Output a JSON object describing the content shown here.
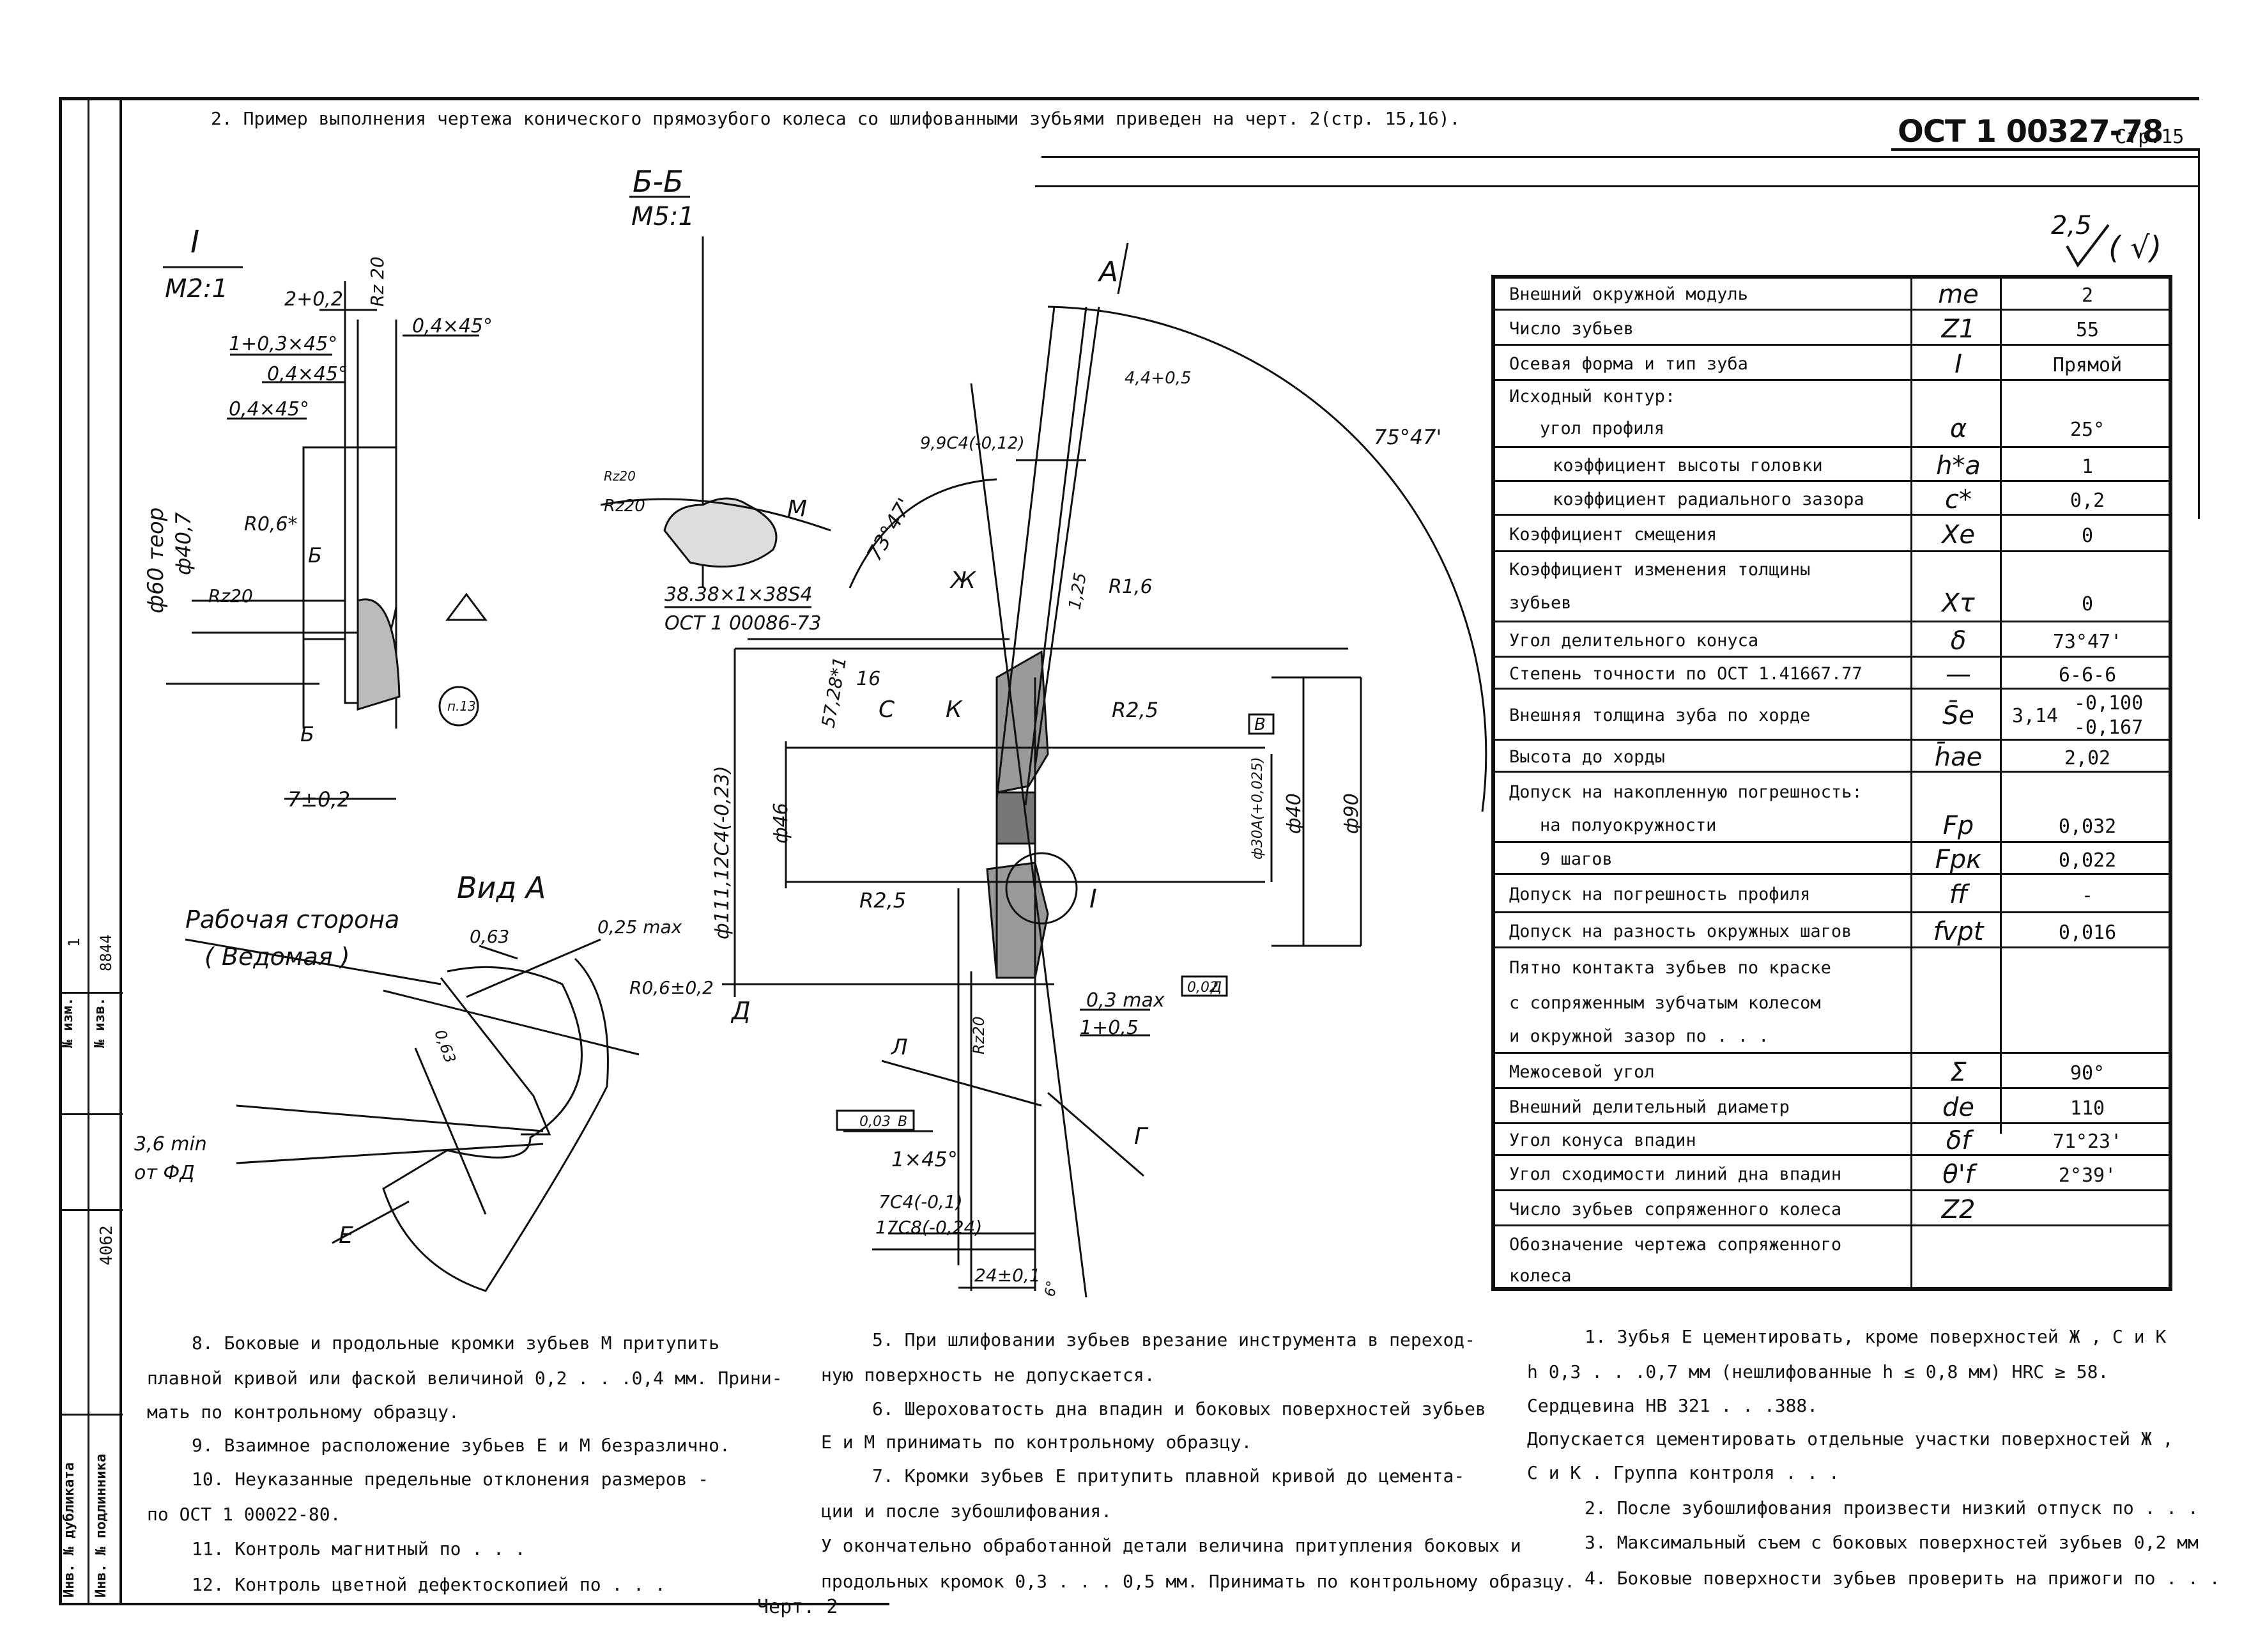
{
  "header": {
    "intro": "2. Пример выполнения чертежа конического прямозубого колеса со шлифованными зубьями приведен на черт. 2(стр. 15,16).",
    "standard": "ОСТ 1 00327-78",
    "page": "Стр.15"
  },
  "surface_symbol": "2,5",
  "surface_symbol_paren": "( √)",
  "drawing_labels": {
    "detail_I": "I",
    "detail_I_scale": "M2:1",
    "section_BB": "Б-Б",
    "section_BB_scale": "M5:1",
    "view_A": "Вид А",
    "arrow_A": "А",
    "working_side_1": "Рабочая сторона",
    "working_side_2": "( Ведомая )",
    "dims": [
      "2+0,2",
      "Rz 20",
      "1+0,3×45°",
      "0,4×45°",
      "0,4×45°",
      "0,4×45°",
      "ф60 теор",
      "ф40,7",
      "R0,6*",
      "Б",
      "Rz20",
      "Б",
      "7±0,2",
      "п.13",
      "Rz20",
      "Rz20",
      "M",
      "38.38×1×38S4",
      "ОСТ 1 00086-73",
      "9,9C4(-0,12)",
      "4,4+0,5",
      "75°47'",
      "73°47'",
      "Ж",
      "1,25",
      "R1,6",
      "57,28*1",
      "16",
      "С",
      "К",
      "R2,5",
      "В",
      "ф46",
      "ф30А(+0,025)",
      "ф40",
      "ф90",
      "ф111,12C4(-0,23)",
      "R2,5",
      "I",
      "Д",
      "0,3 max",
      "1+0,5",
      "0,02",
      "Д",
      "Л",
      "Rz20",
      "0,03",
      "В",
      "1×45°",
      "7C4(-0,1)",
      "17C8(-0,24)",
      "24±0,1",
      "6°",
      "Г",
      "0,63",
      "0,25 max",
      "R0,6±0,2",
      "0,63",
      "3,6 min",
      "от ФД",
      "Е"
    ]
  },
  "param_table": {
    "rows": [
      {
        "name": "Внешний окружной модуль",
        "sym": "mе",
        "val": "2"
      },
      {
        "name": "Число зубьев",
        "sym": "Z1",
        "val": "55"
      },
      {
        "name": "Осевая форма и тип зуба",
        "sym": "I",
        "val": "Прямой"
      },
      {
        "name": "Исходный контур:",
        "sym": "",
        "val": ""
      },
      {
        "name": "угол профиля",
        "sym": "α",
        "val": "25°"
      },
      {
        "name": "коэффициент высоты головки",
        "sym": "h*a",
        "val": "1"
      },
      {
        "name": "коэффициент радиального зазора",
        "sym": "c*",
        "val": "0,2"
      },
      {
        "name": "Коэффициент смещения",
        "sym": "Xе",
        "val": "0"
      },
      {
        "name": "Коэффициент изменения толщины",
        "sym": "",
        "val": ""
      },
      {
        "name": "зубьев",
        "sym": "Xτ",
        "val": "0"
      },
      {
        "name": "Угол делительного конуса",
        "sym": "δ",
        "val": "73°47'"
      },
      {
        "name": "Степень точности по ОСТ 1.41667.77",
        "sym": "—",
        "val": "6-6-6"
      },
      {
        "name": "Внешняя толщина зуба по хорде",
        "sym": "S̄е",
        "val": "3,14"
      },
      {
        "name": "Высота до хорды",
        "sym": "h̄ае",
        "val": "2,02"
      },
      {
        "name": "Допуск на накопленную погрешность:",
        "sym": "",
        "val": ""
      },
      {
        "name": "на полуокружности",
        "sym": "Fp",
        "val": "0,032"
      },
      {
        "name": "9 шагов",
        "sym": "Fpк",
        "val": "0,022"
      },
      {
        "name": "Допуск на погрешность профиля",
        "sym": "ff",
        "val": "-"
      },
      {
        "name": "Допуск на разность окружных шагов",
        "sym": "fvpt",
        "val": "0,016"
      },
      {
        "name": "Пятно контакта зубьев по краске",
        "sym": "",
        "val": ""
      },
      {
        "name": "с сопряженным зубчатым колесом",
        "sym": "",
        "val": ""
      },
      {
        "name": "и окружной зазор  по . . .",
        "sym": "",
        "val": ""
      },
      {
        "name": "Межосевой угол",
        "sym": "Σ",
        "val": "90°"
      },
      {
        "name": "Внешний делительный диаметр",
        "sym": "dе",
        "val": "110"
      },
      {
        "name": "Угол конуса впадин",
        "sym": "δf",
        "val": "71°23'"
      },
      {
        "name": "Угол сходимости линий дна впадин",
        "sym": "θ'f",
        "val": "2°39'"
      },
      {
        "name": "Число зубьев сопряженного колеса",
        "sym": "Z2",
        "val": ""
      },
      {
        "name": "Обозначение чертежа сопряженного",
        "sym": "",
        "val": ""
      },
      {
        "name": "колеса",
        "sym": "",
        "val": ""
      }
    ],
    "thickness_tol_upper": "-0,100",
    "thickness_tol_lower": "-0,167"
  },
  "notes_left": [
    "8. Боковые и продольные кромки зубьев  М   притупить",
    "плавной кривой или фаской величиной 0,2 . . .0,4 мм. Прини-",
    "мать по контрольному образцу.",
    "9. Взаимное расположение зубьев  Е  и  М   безразлично.",
    "10. Неуказанные предельные отклонения размеров -",
    "по ОСТ 1 00022-80.",
    "11. Контроль магнитный по . . .",
    "12. Контроль цветной дефектоскопией по . . ."
  ],
  "notes_mid": [
    "5. При шлифовании зубьев врезание инструмента в переход-",
    "ную поверхность не допускается.",
    "6. Шероховатость дна впадин и боковых поверхностей зубьев",
    "Е  и  М   принимать по контрольному образцу.",
    "7. Кромки зубьев  Е   притупить плавной кривой до цемента-",
    "ции и после зубошлифования.",
    "У окончательно обработанной детали величина притупления боковых и",
    "продольных кромок 0,3 . . . 0,5 мм. Принимать по контрольному образцу."
  ],
  "notes_right": [
    "1. Зубья  Е  цементировать, кроме поверхностей  Ж , С  и  К",
    "h 0,3 . . .0,7 мм (нешлифованные  h ≤ 0,8 мм)  HRC ≥ 58.",
    "Сердцевина НВ 321 . . .388.",
    "Допускается цементировать отдельные участки поверхностей  Ж ,",
    "С  и К . Группа контроля . . .",
    "2. После зубошлифования произвести низкий отпуск по . . .",
    "3. Максимальный съем с боковых поверхностей зубьев 0,2 мм",
    "4. Боковые поверхности зубьев проверить на прижоги по . . ."
  ],
  "chert": "Черт. 2",
  "side_stamp": {
    "izm": "№ изм.",
    "izm_val": "1",
    "izv": "№ изв.",
    "izv_val": "8844",
    "inv_dubl": "Инв. № дубликата",
    "inv_podl": "Инв. № подлинника",
    "inv_val": "4062"
  }
}
